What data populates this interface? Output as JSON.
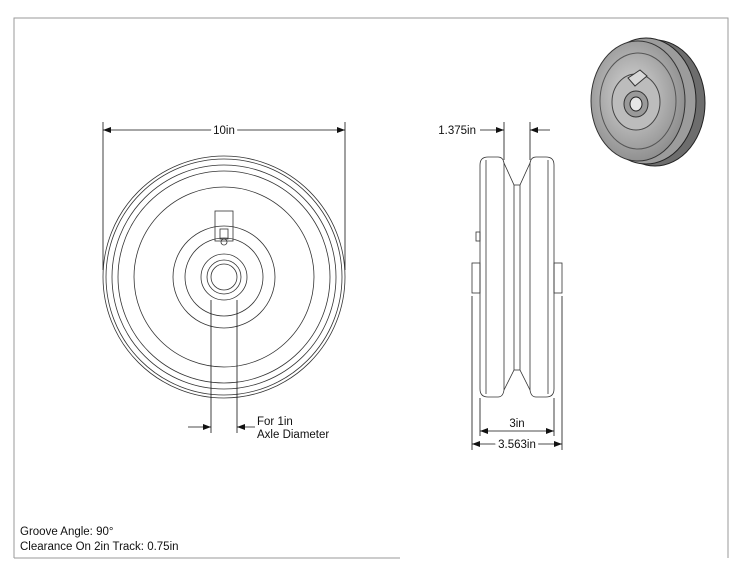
{
  "front_view": {
    "overall_diameter_label": "10in",
    "axle_note_line1": "For 1in",
    "axle_note_line2": "Axle Diameter"
  },
  "side_view": {
    "flange_width_label": "1.375in",
    "tread_width_label": "3in",
    "overall_width_label": "3.563in"
  },
  "notes": {
    "groove_angle": "Groove Angle: 90°",
    "clearance": "Clearance On 2in Track: 0.75in"
  }
}
